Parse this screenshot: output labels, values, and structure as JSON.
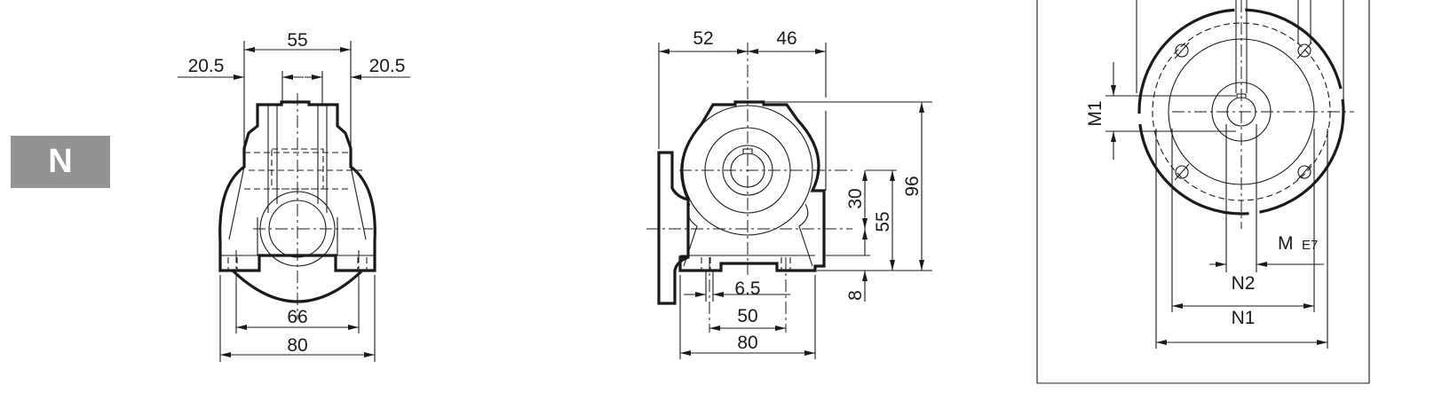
{
  "badge": {
    "label": "N",
    "color": "#939393"
  },
  "colors": {
    "line": "#1a1a1a",
    "background": "#ffffff"
  },
  "front_view": {
    "dims": {
      "top_width": "55",
      "left_offset": "20.5",
      "right_offset": "20.5",
      "foot_holes": "66",
      "base_width": "80"
    }
  },
  "side_view": {
    "dims": {
      "left_to_center": "52",
      "center_to_right": "46",
      "hole_dia": "6.5",
      "hole_spacing": "50",
      "base_width": "80",
      "axis_to_axis": "30",
      "axis_to_base": "55",
      "total_height": "96",
      "foot_height": "8"
    }
  },
  "flange_view": {
    "dims": {
      "m1": "M1",
      "m": "M",
      "m_tol": "E7",
      "n2": "N2",
      "n1": "N1"
    }
  }
}
